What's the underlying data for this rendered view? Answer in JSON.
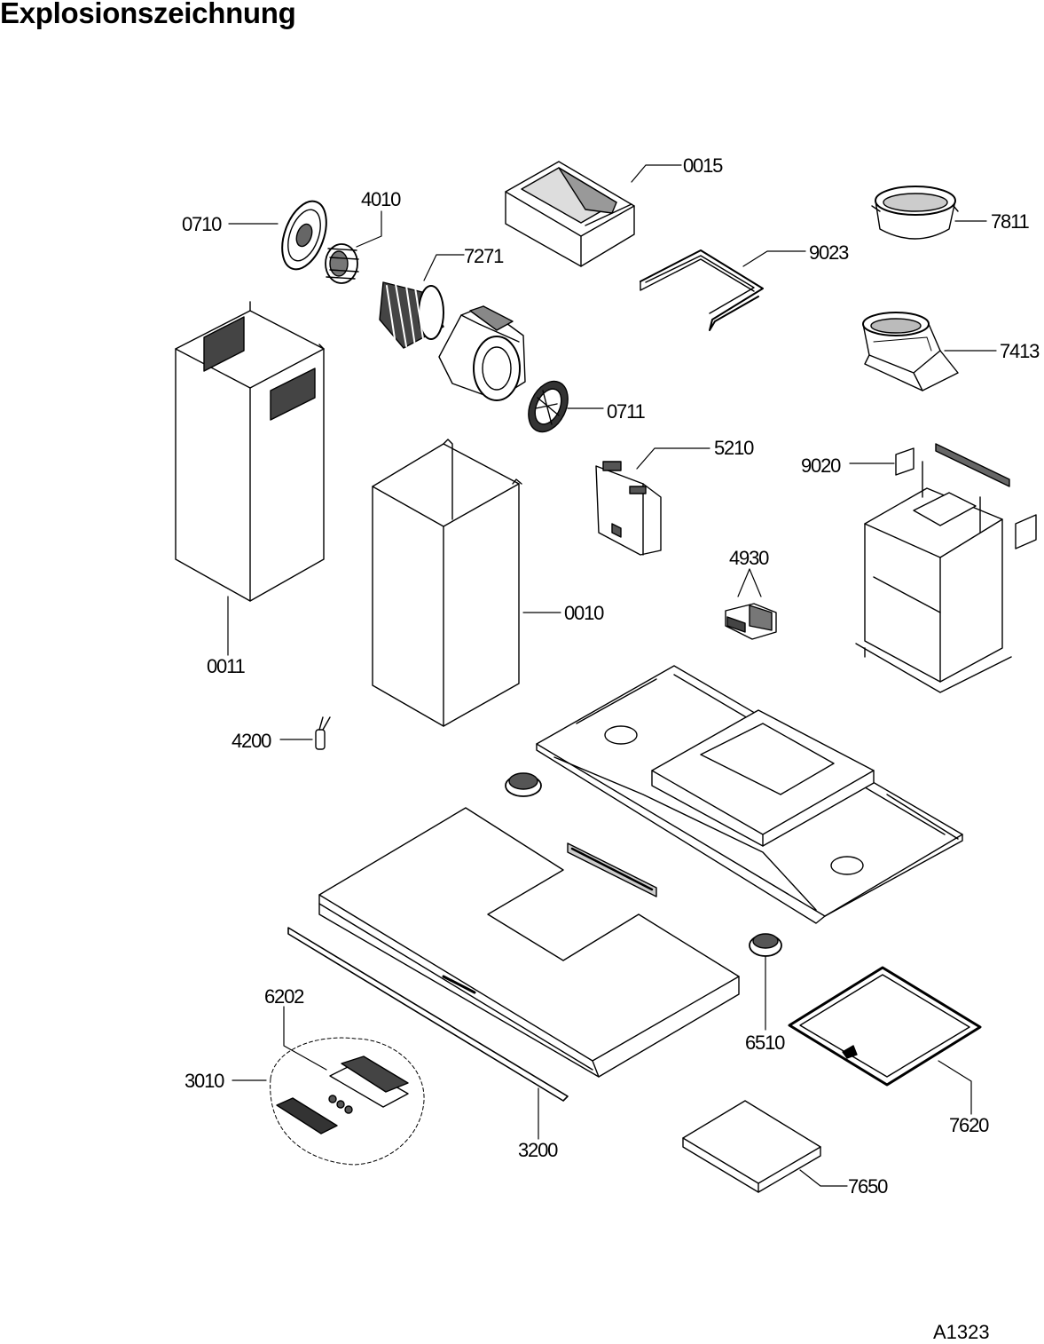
{
  "title": "Explosionszeichnung",
  "document_id": "A1323",
  "part_labels": {
    "p0015": "0015",
    "p0710": "0710",
    "p4010": "4010",
    "p7271": "7271",
    "p7811": "7811",
    "p9023": "9023",
    "p7413": "7413",
    "p0711": "0711",
    "p5210": "5210",
    "p9020": "9020",
    "p4930": "4930",
    "p0010": "0010",
    "p0011": "0011",
    "p4200": "4200",
    "p6202": "6202",
    "p3010": "3010",
    "p3200": "3200",
    "p6510": "6510",
    "p7620": "7620",
    "p7650": "7650"
  }
}
